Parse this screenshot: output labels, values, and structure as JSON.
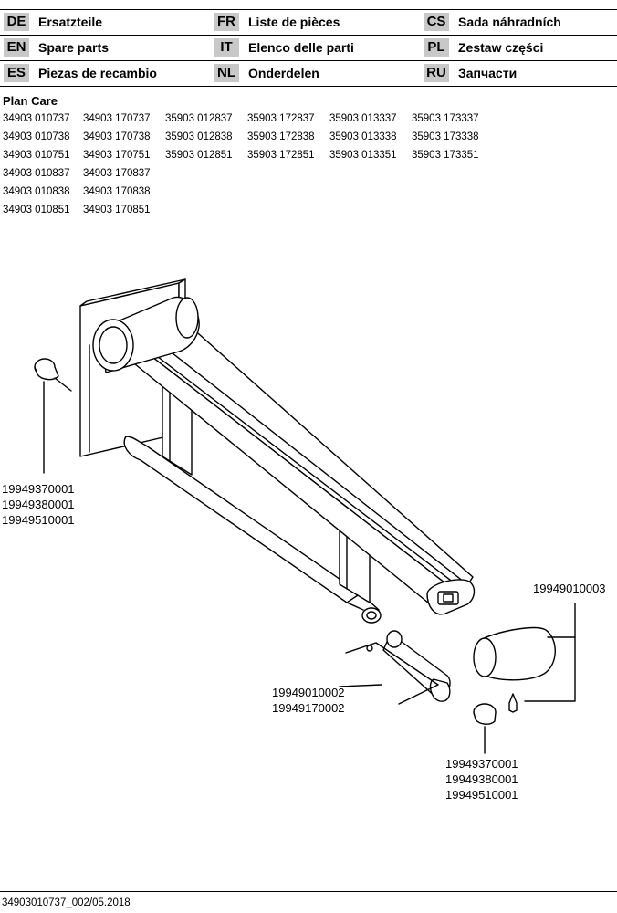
{
  "languages": [
    {
      "code": "DE",
      "label": "Ersatzteile"
    },
    {
      "code": "FR",
      "label": "Liste de pièces"
    },
    {
      "code": "CS",
      "label": "Sada náhradních"
    },
    {
      "code": "EN",
      "label": "Spare parts"
    },
    {
      "code": "IT",
      "label": "Elenco delle parti"
    },
    {
      "code": "PL",
      "label": "Zestaw części"
    },
    {
      "code": "ES",
      "label": "Piezas de recambio"
    },
    {
      "code": "NL",
      "label": "Onderdelen"
    },
    {
      "code": "RU",
      "label": "Запчасти"
    }
  ],
  "product": {
    "name": "Plan Care",
    "article_numbers": [
      [
        "34903 010737",
        "34903 170737",
        "35903 012837",
        "35903 172837",
        "35903 013337",
        "35903 173337"
      ],
      [
        "34903 010738",
        "34903 170738",
        "35903 012838",
        "35903 172838",
        "35903 013338",
        "35903 173338"
      ],
      [
        "34903 010751",
        "34903 170751",
        "35903 012851",
        "35903 172851",
        "35903 013351",
        "35903 173351"
      ],
      [
        "34903 010837",
        "34903 170837"
      ],
      [
        "34903 010838",
        "34903 170838"
      ],
      [
        "34903 010851",
        "34903 170851"
      ]
    ]
  },
  "parts": {
    "left_cap": [
      "19949370001",
      "19949380001",
      "19949510001"
    ],
    "end_cap": [
      "19949010003"
    ],
    "insert": [
      "19949010002",
      "19949170002"
    ],
    "small_cap": [
      "19949370001",
      "19949380001",
      "19949510001"
    ]
  },
  "footer": "34903010737_002/05.2018"
}
